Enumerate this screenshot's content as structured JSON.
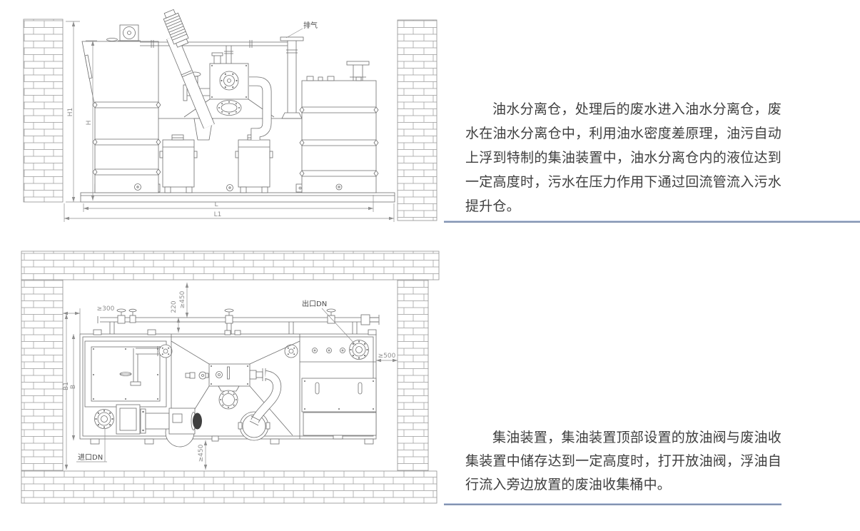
{
  "colors": {
    "divider_dark": "#8494b1",
    "divider_light": "#bcc9e2",
    "drawing_line": "#6f6f6f",
    "brick_line": "#9a9a9a",
    "dimension_text": "#8e8e8e",
    "body_text": "#3e3e3e"
  },
  "front_view": {
    "labels": {
      "exhaust": "排气",
      "h1": "H1",
      "h": "H",
      "l": "L",
      "l1": "L1"
    }
  },
  "plan_view": {
    "labels": {
      "left_clearance": "≥300",
      "offset_220": "220",
      "top_clearance": "≥450",
      "outlet": "出口DN",
      "right_clearance": "≥500",
      "inlet": "进口DN",
      "bottom_clearance": "≥450",
      "b1": "B1",
      "b": "B"
    }
  },
  "sections": {
    "separation": {
      "text": "油水分离仓，处理后的废水进入油水分离仓，废水在油水分离仓中，利用油水密度差原理，油污自动上浮到特制的集油装置中，油水分离仓内的液位达到一定高度时，污水在压力作用下通过回流管流入污水提升仓。"
    },
    "collector": {
      "text": "集油装置，集油装置顶部设置的放油阀与废油收集装置中储存达到一定高度时，打开放油阀，浮油自行流入旁边放置的废油收集桶中。"
    }
  }
}
